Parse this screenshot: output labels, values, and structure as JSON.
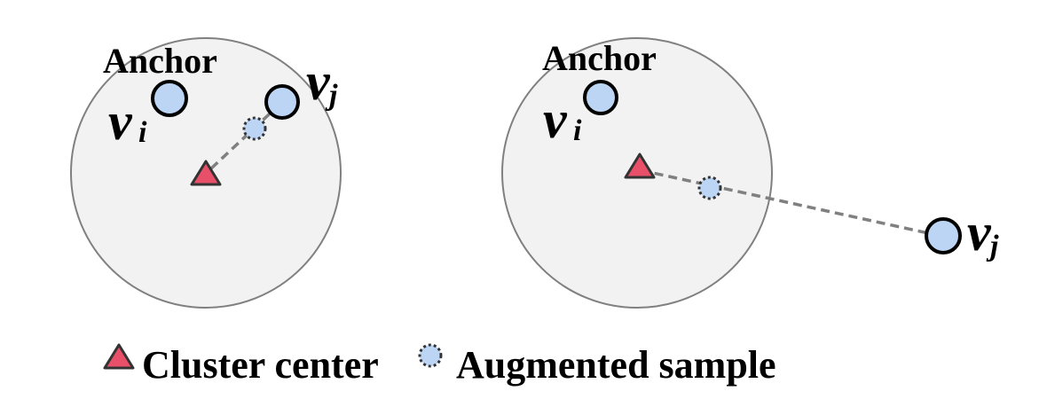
{
  "colors": {
    "region_fill": "#f2f2f2",
    "region_stroke": "#808080",
    "node_fill": "#bdd5f5",
    "triangle_fill": "#e8506a",
    "dashed_line": "#808080"
  },
  "panels": [
    {
      "anchor_label": "Anchor",
      "vi": {
        "main": "v",
        "sub": "i"
      },
      "vj": {
        "main": "v",
        "sub": "j"
      }
    },
    {
      "anchor_label": "Anchor",
      "vi": {
        "main": "v",
        "sub": "i"
      },
      "vj": {
        "main": "v",
        "sub": "j"
      }
    }
  ],
  "legend": {
    "cluster_center": {
      "icon": "triangle-icon",
      "label": "Cluster center"
    },
    "augmented_sample": {
      "icon": "dotted-circle-icon",
      "label": "Augmented sample"
    }
  }
}
